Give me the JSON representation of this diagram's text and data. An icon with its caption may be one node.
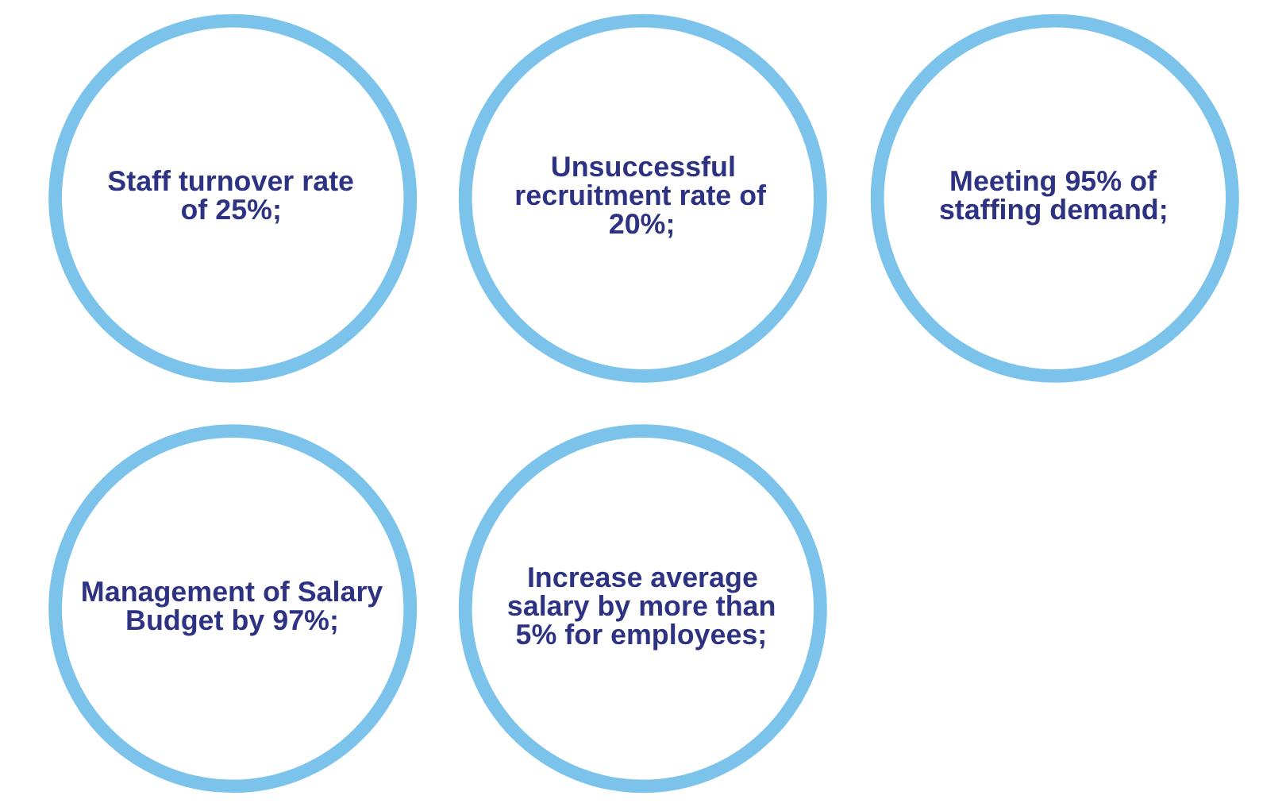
{
  "diagram": {
    "nodes": [
      {
        "text": [
          "Staff turnover rate of 25%;"
        ]
      },
      {
        "text": [
          "Unsuccessful recruitment rate of 20%;"
        ]
      },
      {
        "text": [
          "Meeting 95% of staffing demand;"
        ]
      },
      {
        "text": [
          "Management of Salary Budget by 97%;"
        ]
      },
      {
        "text": [
          "Increase average salary by more than 5% for employees;"
        ]
      }
    ]
  }
}
